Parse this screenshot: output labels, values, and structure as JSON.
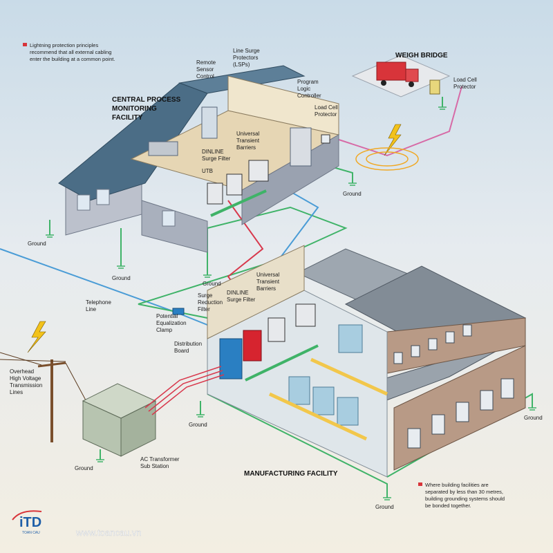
{
  "notes": {
    "top_left": [
      "Lightning protection principles",
      "recommend that all external cabling",
      "enter the building at a common point."
    ],
    "bottom_right": [
      "Where building facilities are",
      "separated by less than 30 metres,",
      "building grounding systems should",
      "be bonded together."
    ]
  },
  "titles": {
    "central": [
      "CENTRAL PROCESS",
      "MONITORING",
      "FACILITY"
    ],
    "weigh_bridge": "WEIGH BRIDGE",
    "manufacturing": "MANUFACTURING FACILITY"
  },
  "labels": {
    "remote_sensor": [
      "Remote",
      "Sensor",
      "Control"
    ],
    "line_surge": [
      "Line Surge",
      "Protectors",
      "(LSPs)"
    ],
    "plc": [
      "Program",
      "Logic",
      "Controller"
    ],
    "load_cell_1": [
      "Load Cell",
      "Protector"
    ],
    "load_cell_2": [
      "Load Cell",
      "Protector"
    ],
    "utb_1": [
      "Universal",
      "Transient",
      "Barriers"
    ],
    "dinline_1": [
      "DINLINE",
      "Surge Filter"
    ],
    "utb_short": "UTB",
    "utb_2": [
      "Universal",
      "Transient",
      "Barriers"
    ],
    "dinline_2": [
      "DINLINE",
      "Surge Filter"
    ],
    "srf": [
      "Surge",
      "Reduction",
      "Filter"
    ],
    "pec": [
      "Potential",
      "Equalization",
      "Clamp"
    ],
    "telephone": [
      "Telephone",
      "Line"
    ],
    "dist_board": [
      "Distribution",
      "Board"
    ],
    "overhead": [
      "Overhead",
      "High Voltage",
      "Transmission",
      "Lines"
    ],
    "transformer": [
      "AC Transformer",
      "Sub Station"
    ]
  },
  "grounds": [
    "Ground",
    "Ground",
    "Ground",
    "Ground",
    "Ground",
    "Ground",
    "Ground",
    "Ground"
  ],
  "logo": {
    "brand": "iTD",
    "sub": "TOAN CAU",
    "url": "www.toancau.vn"
  },
  "colors": {
    "sky_top": "#ccdde9",
    "sky_bottom": "#f3eee2",
    "roof": "#4b6d86",
    "wall": "#bcc1cc",
    "mfg_wall": "#b89a86",
    "green_wire": "#3fb368",
    "red_wire": "#d8384c",
    "blue_wire": "#4a9cd6",
    "pink_wire": "#d76aa6"
  }
}
